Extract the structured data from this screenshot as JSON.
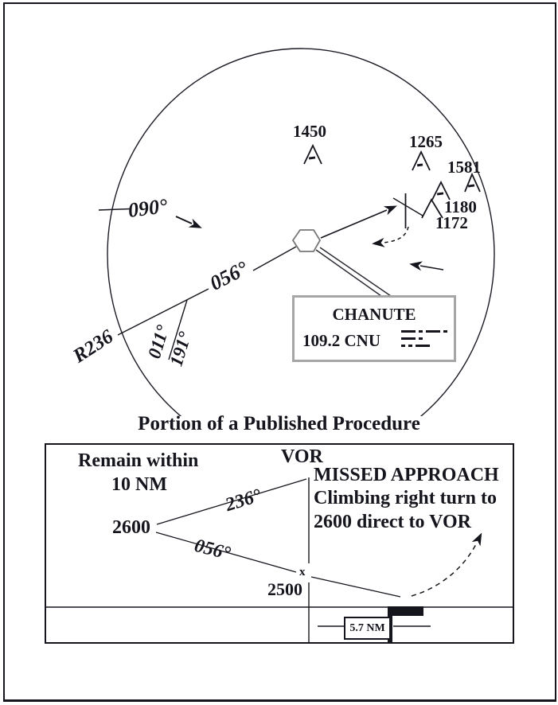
{
  "figure": {
    "title": "Portion of a Published Procedure"
  },
  "plan_view": {
    "obstacles": [
      {
        "elevation": "1450"
      },
      {
        "elevation": "1265"
      },
      {
        "elevation": "1581"
      },
      {
        "elevation": "1180"
      },
      {
        "elevation": "1172"
      }
    ],
    "radials": {
      "east": "090°",
      "inbound": "056°",
      "r236": "R236",
      "north_leg": "011°",
      "south_leg": "191°"
    },
    "vor_box": {
      "name": "CHANUTE",
      "frequency_id": "109.2 CNU",
      "morse_rows": [
        "-.-.",
        "-.",
        "..-"
      ]
    }
  },
  "profile_view": {
    "remain_within_line1": "Remain within",
    "remain_within_line2": "10 NM",
    "vor_label": "VOR",
    "missed_approach_title": "MISSED APPROACH",
    "missed_approach_line1": "Climbing right turn to",
    "missed_approach_line2": "2600 direct to VOR",
    "course_outbound": "236°",
    "course_inbound": "056°",
    "altitude_procedure_turn": "2600",
    "altitude_mda": "2500",
    "map_marker": "x",
    "runway_distance": "5.7 NM"
  }
}
